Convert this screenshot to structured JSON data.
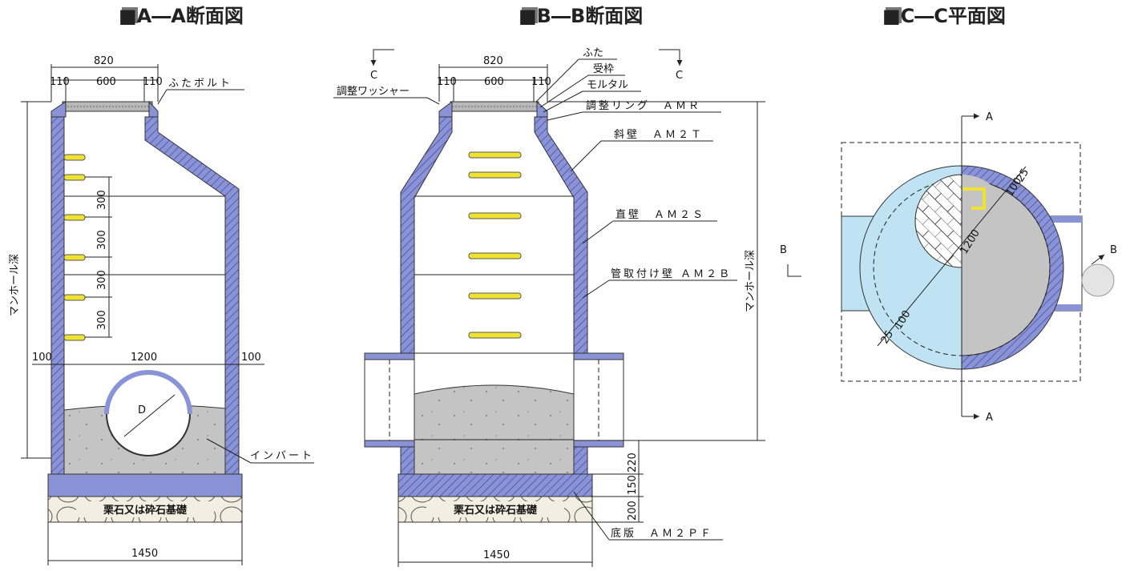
{
  "titles": {
    "aa": "■A―A断面図",
    "bb": "■B―B断面図",
    "cc": "■C―C平面図"
  },
  "dims": {
    "width_820": "820",
    "width_600": "600",
    "width_110": "110",
    "step_300": "300",
    "wall_100": "100",
    "inner_1200": "1200",
    "total_1450": "1450",
    "pipe_D": "D",
    "h_220": "220",
    "h_150": "150",
    "h_200": "200",
    "plan_25": "25",
    "plan_100": "100",
    "plan_1200": "1200"
  },
  "labels": {
    "lid_bolt": "ふたボルト",
    "lid": "ふた",
    "frame": "受枠",
    "mortar": "モルタル",
    "adj_washer": "調整ワッシャー",
    "adj_ring": "調整リング　ＡＭＲ",
    "slope_wall": "斜壁　ＡＭ２Ｔ",
    "straight_wall": "直壁　ＡＭ２Ｓ",
    "pipe_wall": "管取付け壁 ＡＭ２Ｂ",
    "base_slab": "底版　ＡＭ２ＰＦ",
    "invert": "インバート",
    "foundation": "栗石又は砕石基礎",
    "depth": "マンホール深"
  },
  "section_marks": {
    "a": "A",
    "b": "B",
    "c": "C"
  },
  "colors": {
    "wall": "#8a93d6",
    "ladder": "#f0e230",
    "invert": "#c4c4c4",
    "water": "#bfe3f2",
    "foundation": "#f2efe2",
    "title_square": "#7a7a7a"
  }
}
